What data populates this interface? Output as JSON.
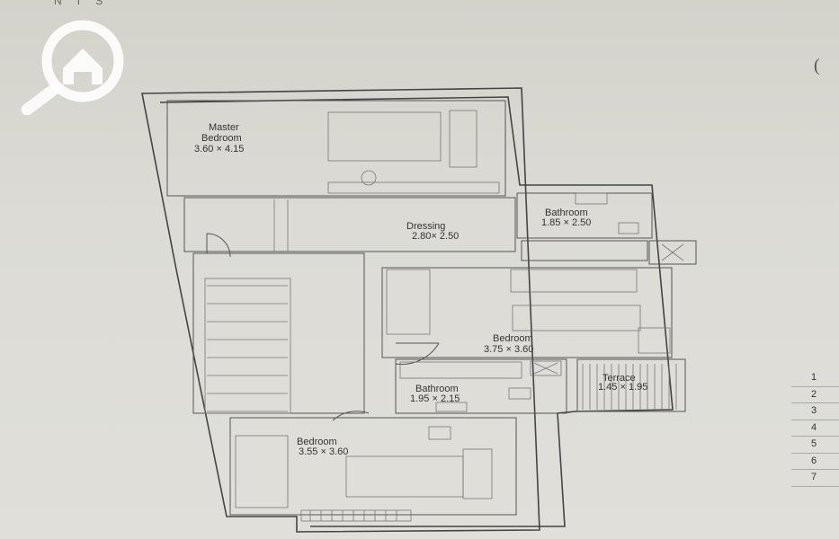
{
  "header": {
    "scale_note": "N T S"
  },
  "side_mark": "(",
  "rooms": {
    "master": {
      "name_line1": "Master",
      "name_line2": "Bedroom",
      "size": "3.60  × 4.15"
    },
    "dressing": {
      "name": "Dressing",
      "size": "2.80×  2.50"
    },
    "bath1": {
      "name": "Bathroom",
      "size": "1.85 × 2.50"
    },
    "bedroom2": {
      "name": "Bedroom",
      "size": "3.75 × 3.60"
    },
    "bath2": {
      "name": "Bathroom",
      "size": "1.95 × 2.15"
    },
    "terrace": {
      "name": "Terrace",
      "size": "1.45 × 1.95"
    },
    "bedroom3": {
      "name": "Bedroom",
      "size": "3.55 × 3.60"
    }
  },
  "legend": [
    "1",
    "2",
    "3",
    "4",
    "5",
    "6",
    "7"
  ],
  "icons": {
    "logo": "home-search-icon"
  }
}
